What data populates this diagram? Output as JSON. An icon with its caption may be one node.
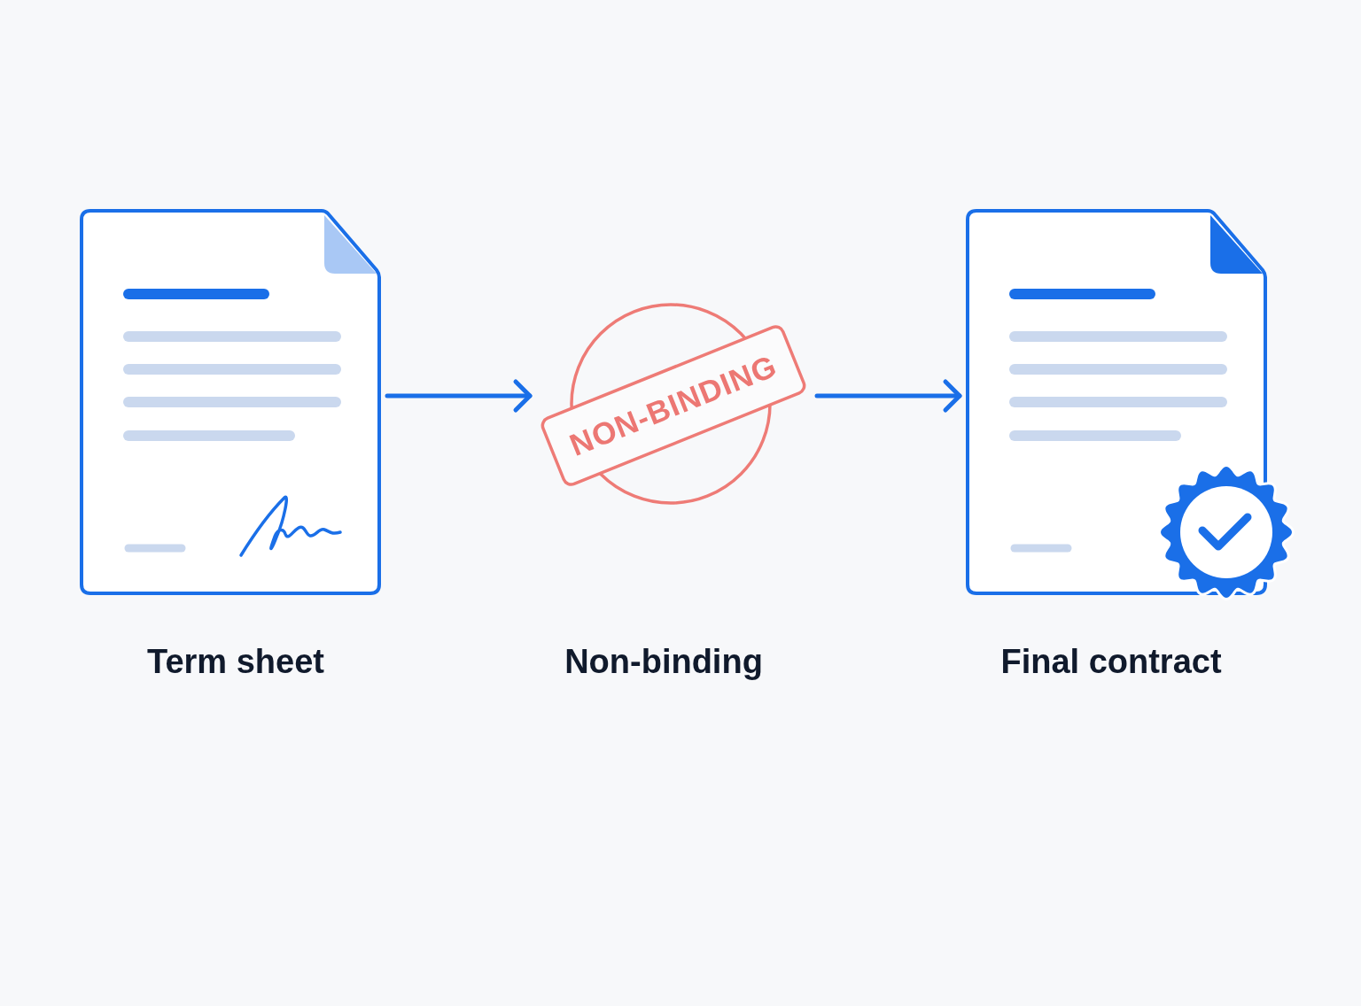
{
  "diagram": {
    "nodes": [
      {
        "text": [],
        "shape": "picture",
        "beside": [
          "Term sheet"
        ]
      },
      {
        "text": [
          "NON-BINDING"
        ]
      },
      {
        "text": [],
        "shape": "picture",
        "beside": [
          "Final contract"
        ]
      }
    ],
    "edges": [
      {
        "from": 0,
        "to": 1,
        "arrow": "to"
      },
      {
        "from": 1,
        "to": 2,
        "arrow": "to"
      }
    ],
    "labels": [
      "Non-binding"
    ]
  }
}
